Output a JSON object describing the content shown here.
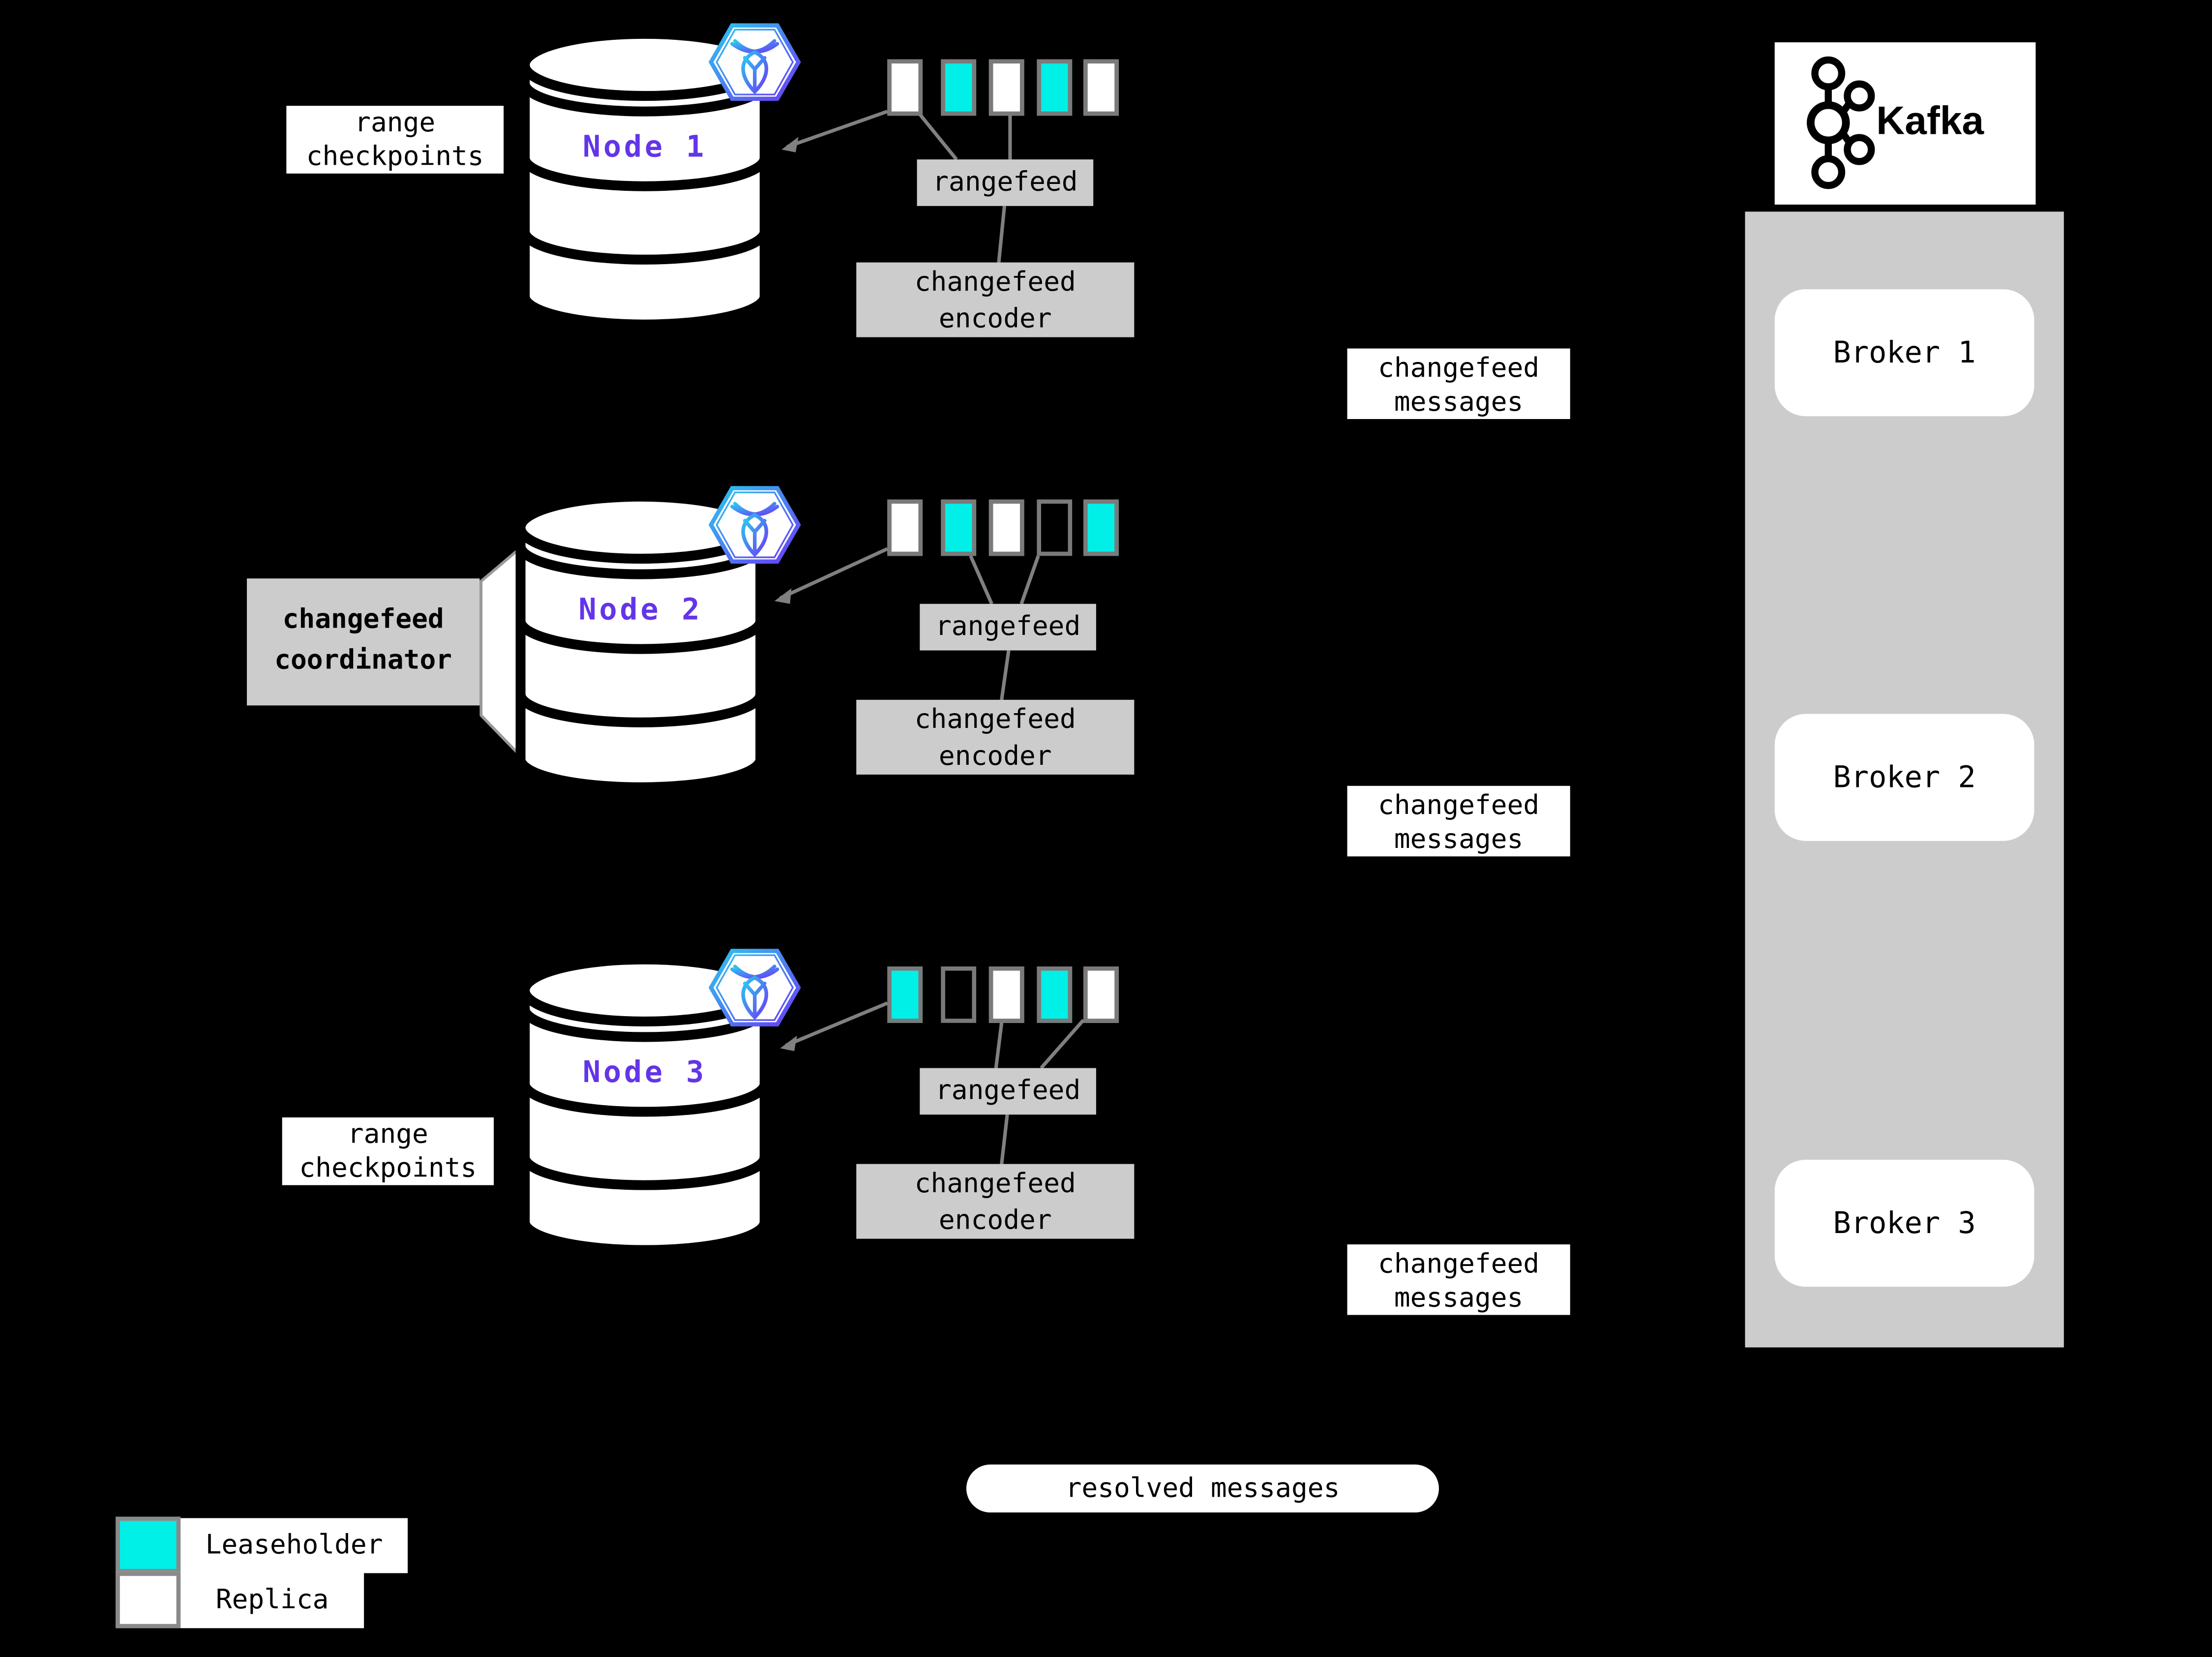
{
  "title": "CockroachDB changefeed to Kafka architecture diagram",
  "colors": {
    "background": "#000000",
    "panel_gray": "#cccccc",
    "leaseholder_cyan": "#00efe6",
    "replica_white": "#ffffff",
    "node_label_purple": "#6335e8",
    "connector_gray": "#808080",
    "square_border_gray": "#7a7a7a",
    "hexagon_gradient": [
      "#2bc7f0",
      "#6a3bf5"
    ]
  },
  "labels": {
    "rangefeed": "rangefeed",
    "encoder": [
      "changefeed",
      "encoder"
    ],
    "messages": [
      "changefeed",
      "messages"
    ],
    "checkpoints": [
      "range",
      "checkpoints"
    ],
    "coordinator": [
      "changefeed",
      "coordinator"
    ],
    "resolved": "resolved messages"
  },
  "nodes": [
    {
      "label": "Node 1",
      "squares": [
        "replica",
        "leaseholder",
        "replica",
        "leaseholder",
        "replica"
      ]
    },
    {
      "label": "Node 2",
      "squares": [
        "replica",
        "leaseholder",
        "replica",
        "empty",
        "leaseholder"
      ]
    },
    {
      "label": "Node 3",
      "squares": [
        "leaseholder",
        "empty",
        "replica",
        "leaseholder",
        "replica"
      ]
    }
  ],
  "kafka": {
    "title": "Kafka",
    "brokers": [
      "Broker 1",
      "Broker 2",
      "Broker 3"
    ]
  },
  "legend": {
    "leaseholder": "Leaseholder",
    "replica": "Replica"
  }
}
